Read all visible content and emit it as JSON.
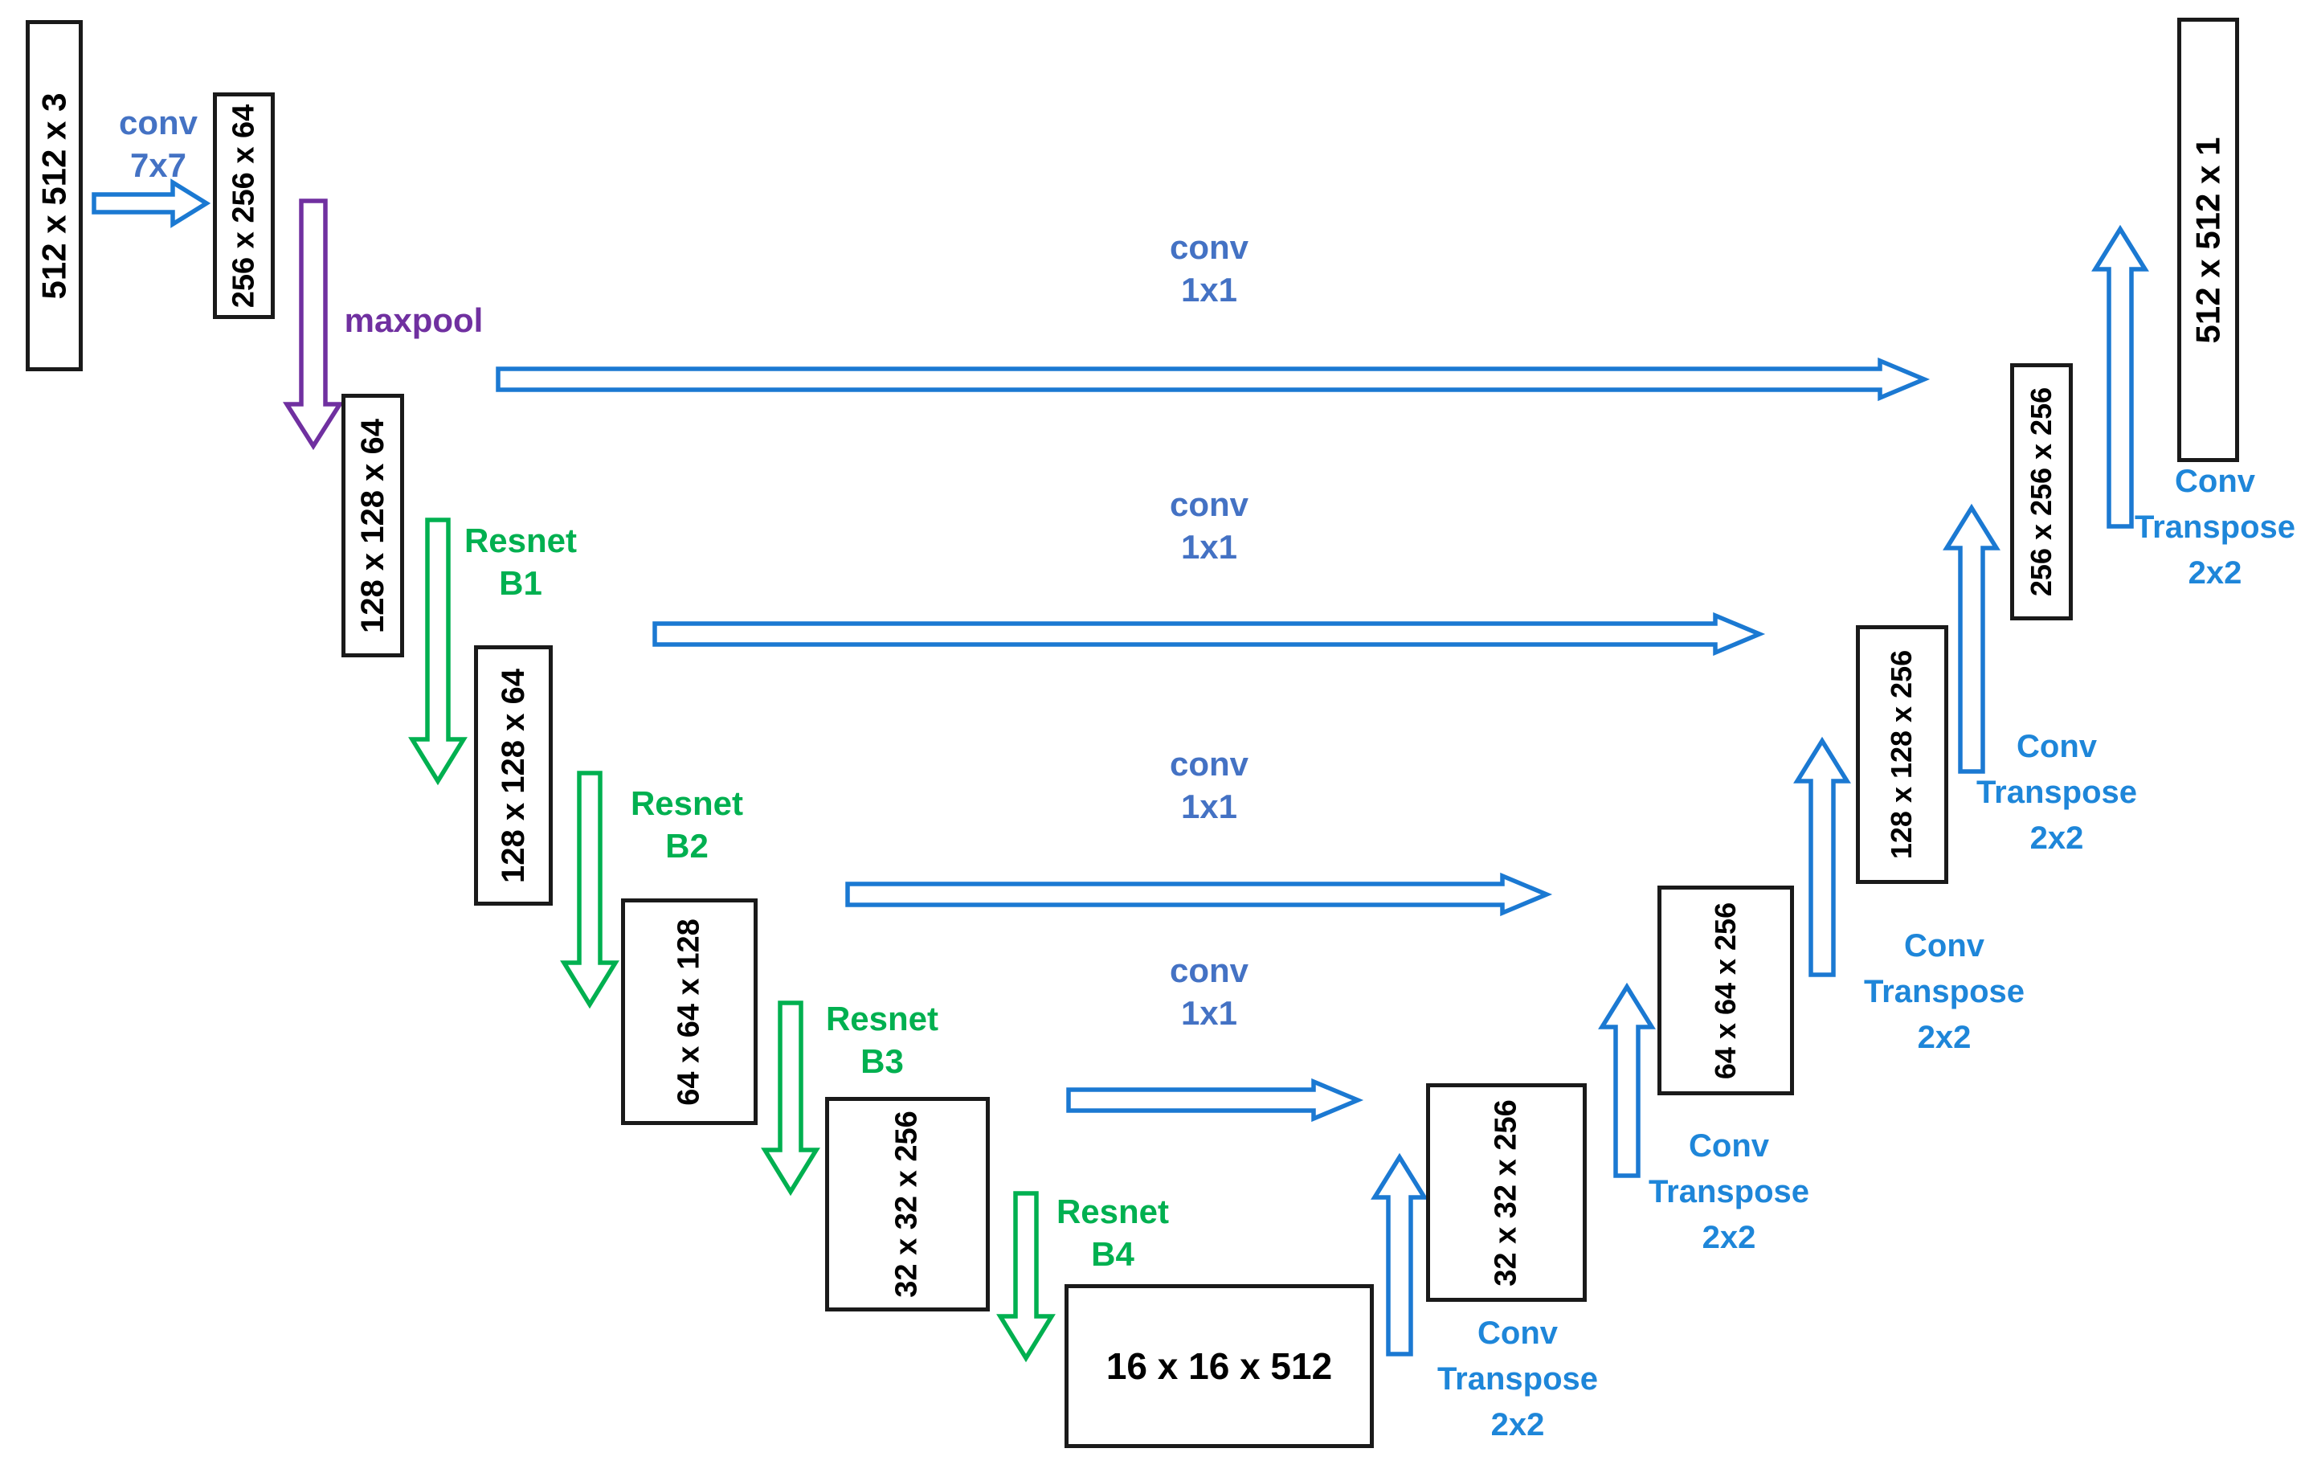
{
  "diagram_type": "unet-resnet-segmentation-architecture",
  "colors": {
    "blue_arrow": "#1b79d2",
    "blue_label": "#4472c4",
    "blue_ct": "#1e86d9",
    "green": "#00b050",
    "purple": "#7030a0",
    "box_border": "#1a1a1a"
  },
  "encoder_boxes": [
    {
      "label": "512 x 512 x 3"
    },
    {
      "label": "256 x 256 x 64"
    },
    {
      "label": "128 x 128 x 64"
    },
    {
      "label": "128 x 128 x 64"
    },
    {
      "label": "64 x 64 x 128"
    },
    {
      "label": "32 x 32 x 256"
    },
    {
      "label": "16 x 16 x 512"
    }
  ],
  "decoder_boxes": [
    {
      "label": "32 x 32 x 256"
    },
    {
      "label": "64 x 64 x 256"
    },
    {
      "label": "128 x 128 x 256"
    },
    {
      "label": "256 x 256 x 256"
    },
    {
      "label": "512 x 512 x 1"
    }
  ],
  "operations": {
    "conv7x7": {
      "line1": "conv",
      "line2": "7x7"
    },
    "maxpool": "maxpool",
    "conv1x1": {
      "line1": "conv",
      "line2": "1x1"
    },
    "conv_transpose": {
      "line1": "Conv",
      "line2": "Transpose",
      "line3": "2x2"
    },
    "resnet_blocks": [
      {
        "line1": "Resnet",
        "line2": "B1"
      },
      {
        "line1": "Resnet",
        "line2": "B2"
      },
      {
        "line1": "Resnet",
        "line2": "B3"
      },
      {
        "line1": "Resnet",
        "line2": "B4"
      }
    ]
  }
}
